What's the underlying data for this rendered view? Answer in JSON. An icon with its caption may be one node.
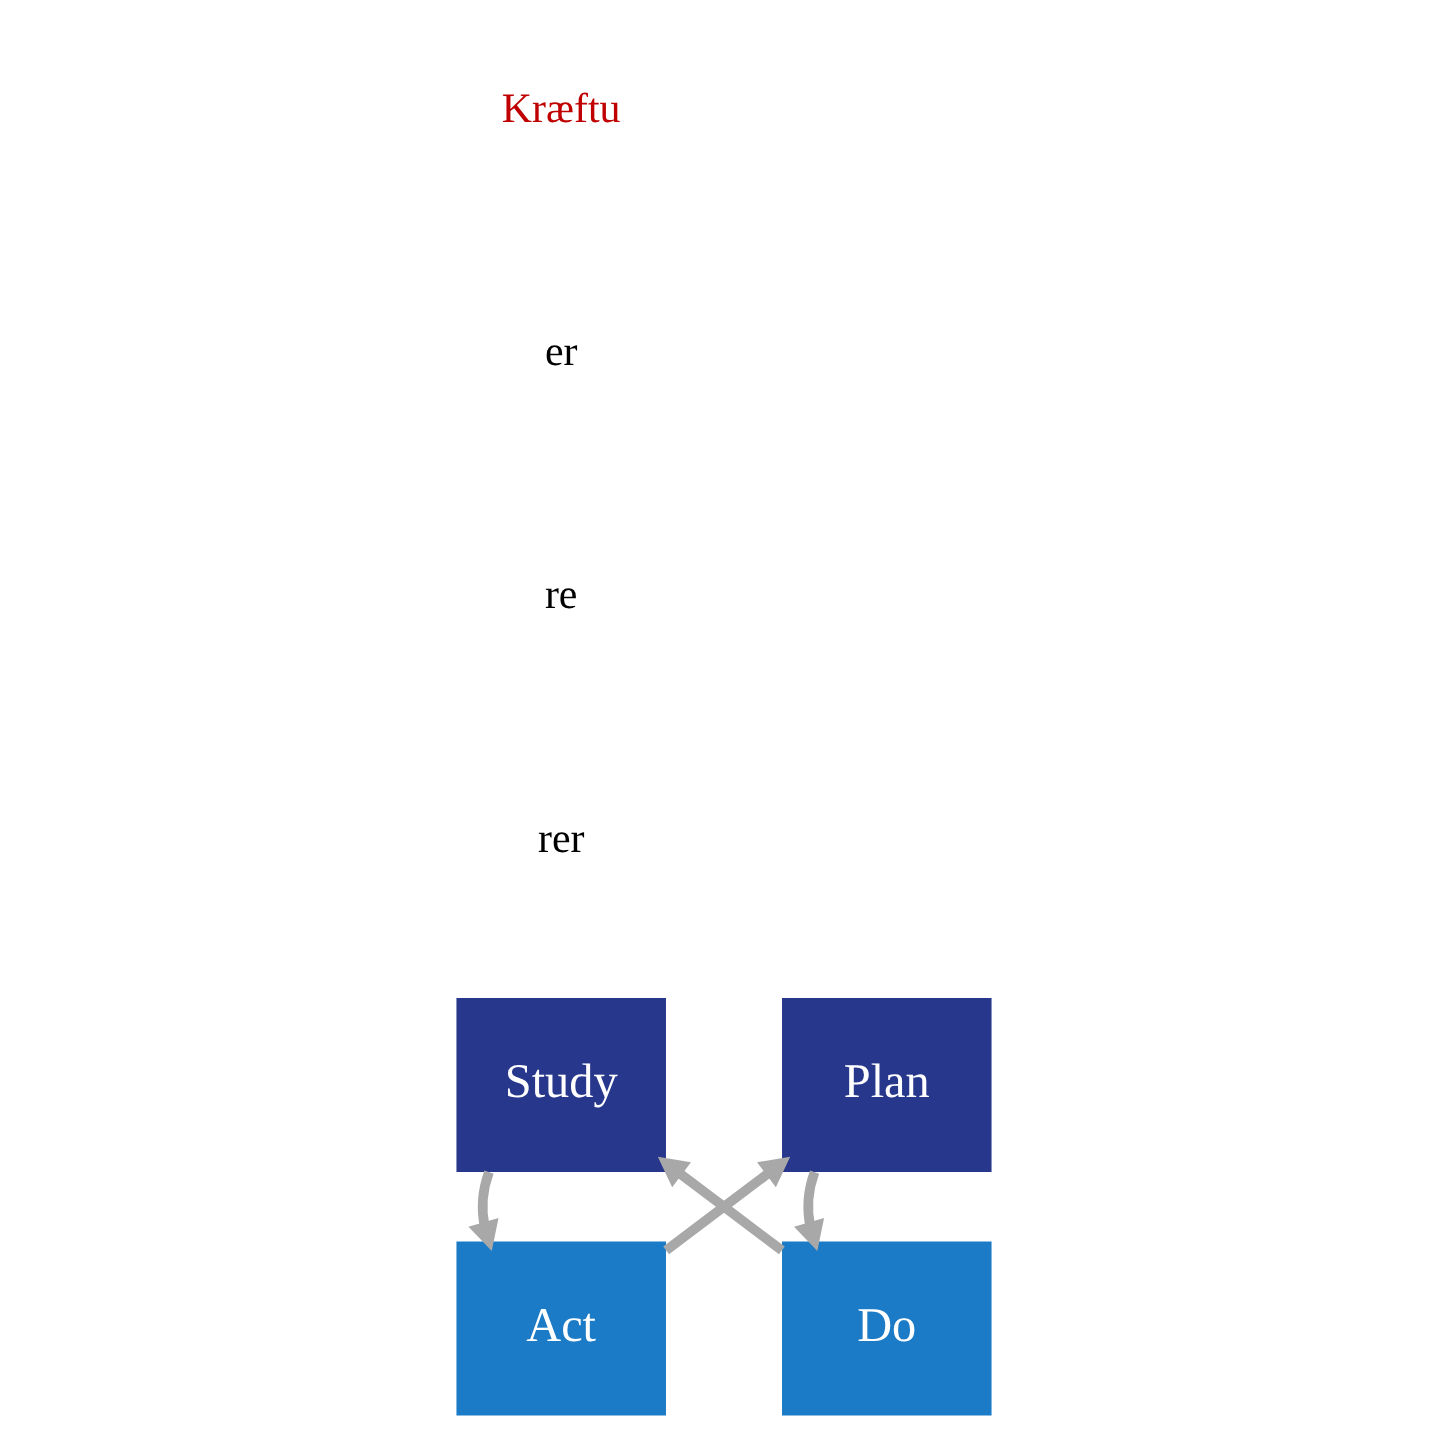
{
  "diagram": {
    "nodes": [
      {
        "text": [
          "Act"
        ]
      },
      {
        "text": [
          "Plan"
        ]
      },
      {
        "text": [
          "Study"
        ]
      },
      {
        "text": [
          "Do"
        ]
      }
    ],
    "edges": [
      {
        "from": 0,
        "to": 1,
        "arrow": "to"
      },
      {
        "from": 1,
        "to": 3,
        "arrow": "to"
      },
      {
        "from": 3,
        "to": 2,
        "arrow": "to"
      },
      {
        "from": 2,
        "to": 0,
        "arrow": "to"
      }
    ],
    "labels": [
      "rer",
      "re",
      "er",
      "Kræftu"
    ]
  }
}
